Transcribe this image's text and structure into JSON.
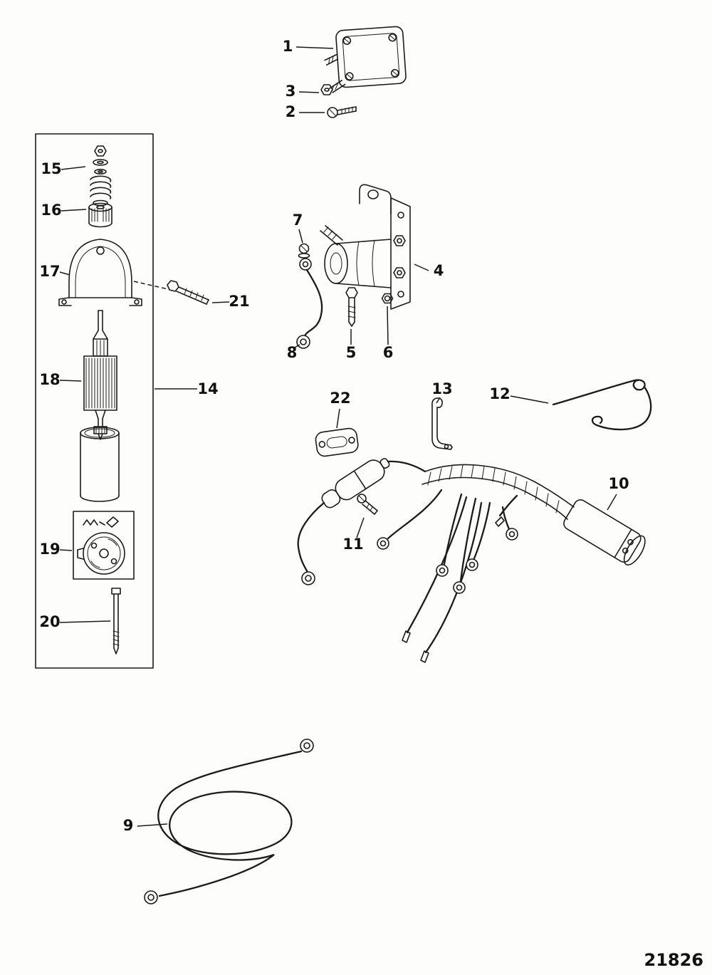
{
  "diagram": {
    "part_number": "21826",
    "callouts": {
      "c1": "1",
      "c2": "2",
      "c3": "3",
      "c4": "4",
      "c5": "5",
      "c6": "6",
      "c7": "7",
      "c8": "8",
      "c9": "9",
      "c10": "10",
      "c11": "11",
      "c12": "12",
      "c13": "13",
      "c14": "14",
      "c15": "15",
      "c16": "16",
      "c17": "17",
      "c18": "18",
      "c19": "19",
      "c20": "20",
      "c21": "21",
      "c22": "22"
    }
  }
}
